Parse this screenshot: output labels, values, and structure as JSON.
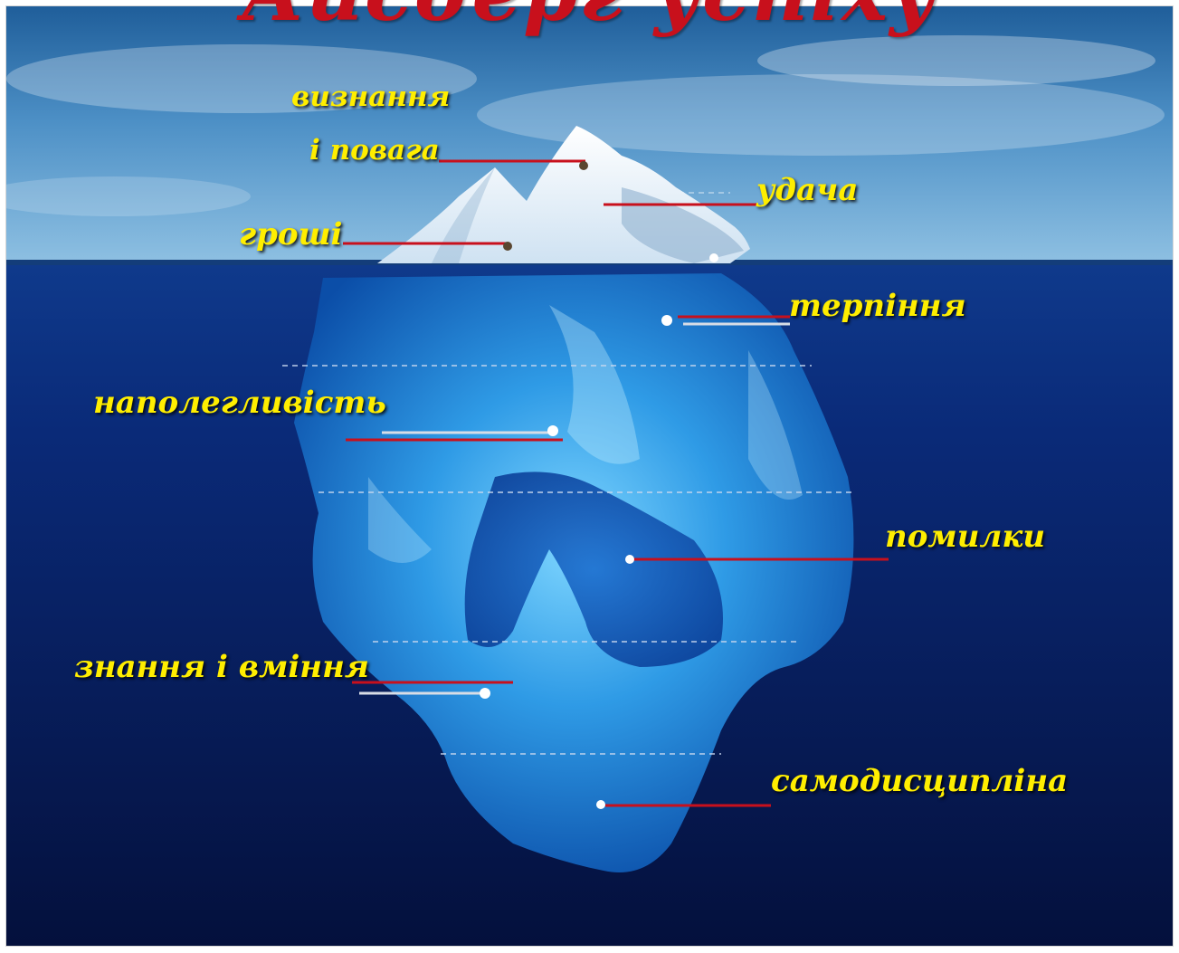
{
  "title": "Айсберг успіху",
  "labels": {
    "recognition_line1": "визнання",
    "recognition_line2": "і повага",
    "luck": "удача",
    "money": "гроші",
    "patience": "терпіння",
    "persistence": "наполегливість",
    "mistakes": "помилки",
    "knowledge": "знання і вміння",
    "discipline": "самодисципліна"
  },
  "colors": {
    "label_text": "#ffee00",
    "leader_line": "#c8101c",
    "title_text": "#c8101c",
    "water_deep": "#06154a",
    "ice_underwater": "#1e88d8"
  }
}
